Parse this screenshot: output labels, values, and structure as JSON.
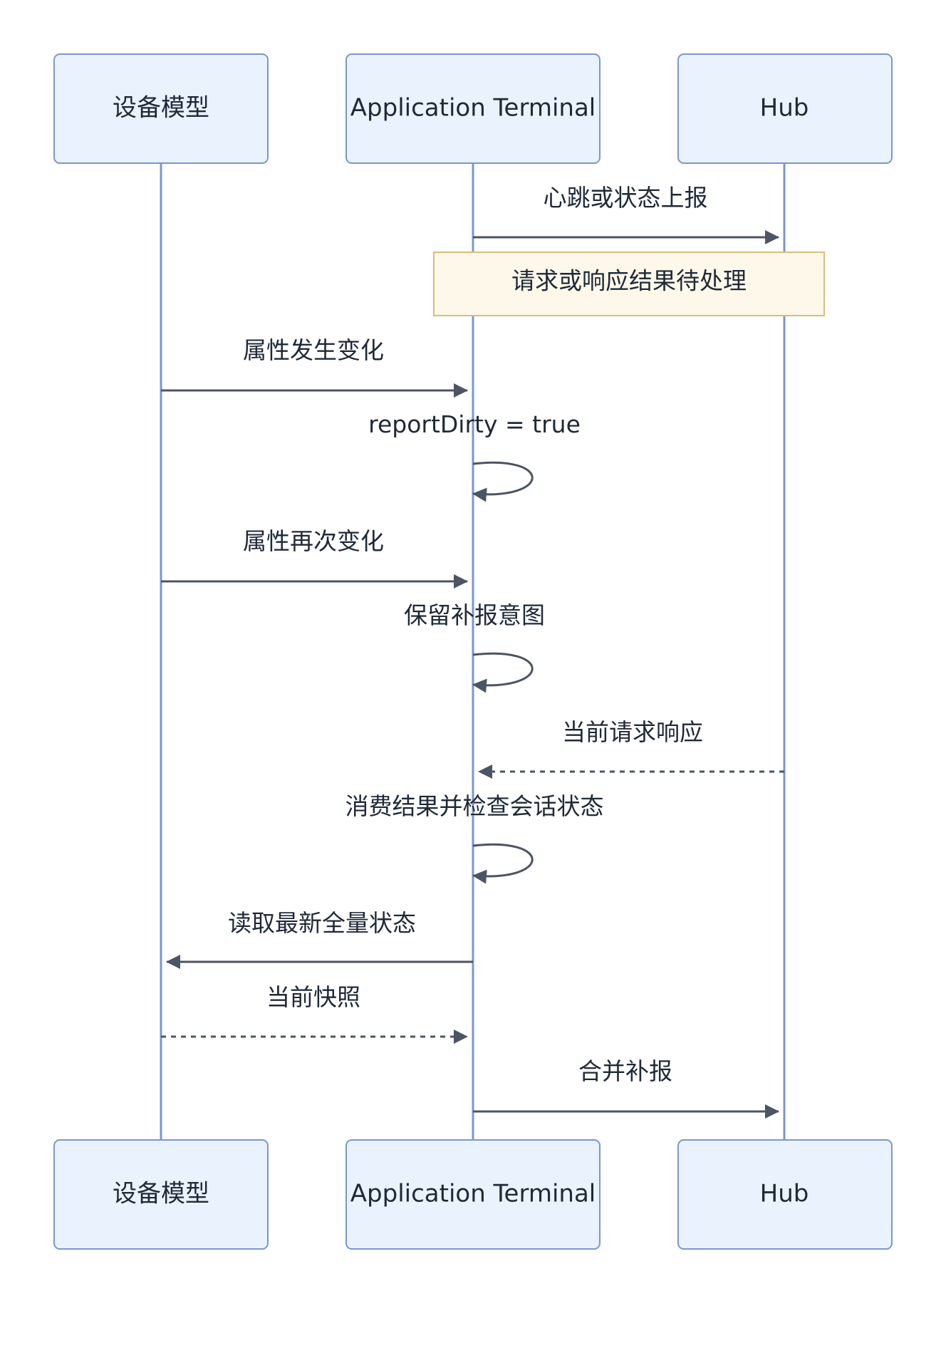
{
  "participants": {
    "device_model": "设备模型",
    "application_terminal": "Application Terminal",
    "hub": "Hub"
  },
  "note": "请求或响应结果待处理",
  "messages": {
    "heartbeat": "心跳或状态上报",
    "attr_changed": "属性发生变化",
    "report_dirty": "reportDirty = true",
    "attr_changed_again": "属性再次变化",
    "keep_intent": "保留补报意图",
    "current_response": "当前请求响应",
    "consume_result": "消费结果并检查会话状态",
    "read_latest": "读取最新全量状态",
    "current_snapshot": "当前快照",
    "merge_report": "合并补报"
  },
  "colors": {
    "actor_fill": "#eaf2fd",
    "actor_stroke": "#7a98c8",
    "note_fill": "#fef8ea",
    "note_stroke": "#d9be78",
    "arrow": "#4b5563"
  }
}
